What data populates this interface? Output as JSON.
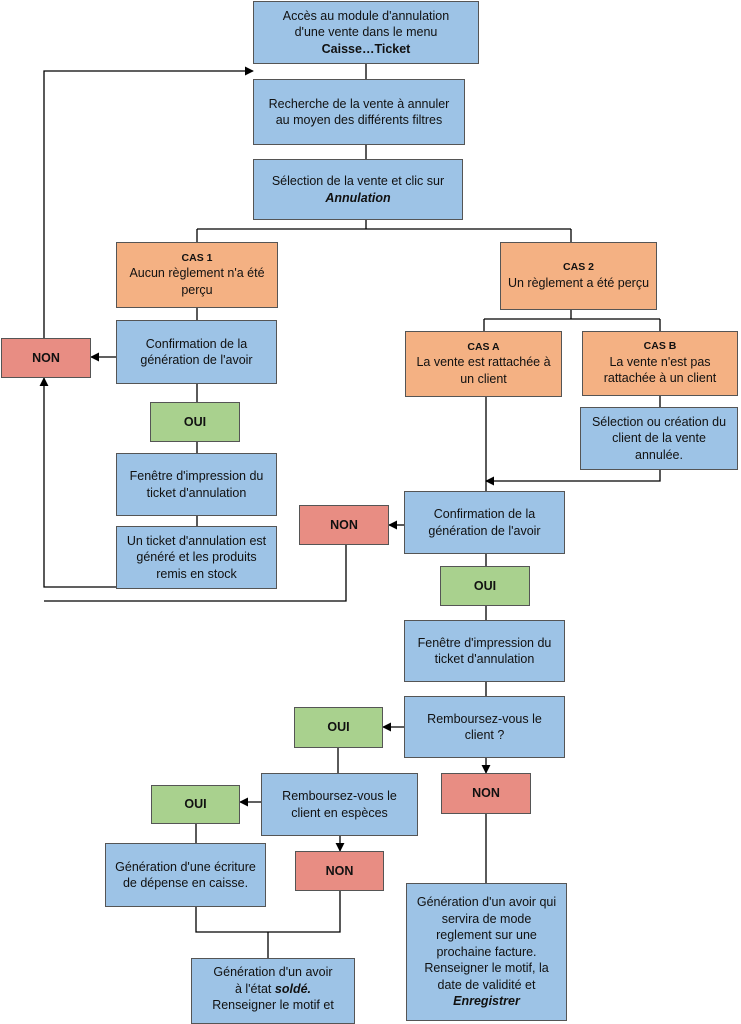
{
  "steps": {
    "access": {
      "line1": "Accès au module d'annulation",
      "line2": "d'une vente dans le menu",
      "menu": "Caisse…Ticket"
    },
    "search": {
      "text": "Recherche de la vente à annuler au moyen des différents filtres"
    },
    "select": {
      "text": "Sélection de la vente et clic sur",
      "action": "Annulation"
    }
  },
  "case1": {
    "tag": "CAS 1",
    "text": "Aucun règlement n'a été perçu",
    "confirm": "Confirmation de la génération de l'avoir",
    "no": "NON",
    "yes": "OUI",
    "print": "Fenêtre d'impression du ticket d'annulation",
    "result": "Un ticket d'annulation est généré et les produits remis en stock"
  },
  "case2": {
    "tag": "CAS 2",
    "text": "Un règlement a été perçu",
    "caseA": {
      "tag": "CAS A",
      "text": "La vente est rattachée à un client"
    },
    "caseB": {
      "tag": "CAS B",
      "text": "La vente n'est pas rattachée à un client"
    },
    "selectClient": "Sélection ou création du client de la vente annulée.",
    "confirm": "Confirmation de la génération de l'avoir",
    "no": "NON",
    "yes": "OUI",
    "print": "Fenêtre d'impression du ticket d'annulation",
    "refundQ": "Remboursez-vous le client ?",
    "refundYes": "OUI",
    "refundNo": "NON",
    "cashQ": "Remboursez-vous le client en espèces",
    "cashYes": "OUI",
    "cashNo": "NON",
    "expense": "Génération d'une écriture de dépense en caisse.",
    "creditSettled": {
      "line1": "Génération d'un avoir",
      "line2": "à l'état",
      "state": "soldé.",
      "line3": "Renseigner le motif et"
    },
    "creditNote": {
      "text": "Génération d'un avoir qui servira de mode reglement sur une prochaine facture. Renseigner le motif, la date de validité et",
      "action": "Enregistrer"
    }
  },
  "colors": {
    "process": "#9dc3e6",
    "case": "#f4b183",
    "yes": "#a9d18e",
    "no": "#e88d83",
    "line": "#000000"
  }
}
